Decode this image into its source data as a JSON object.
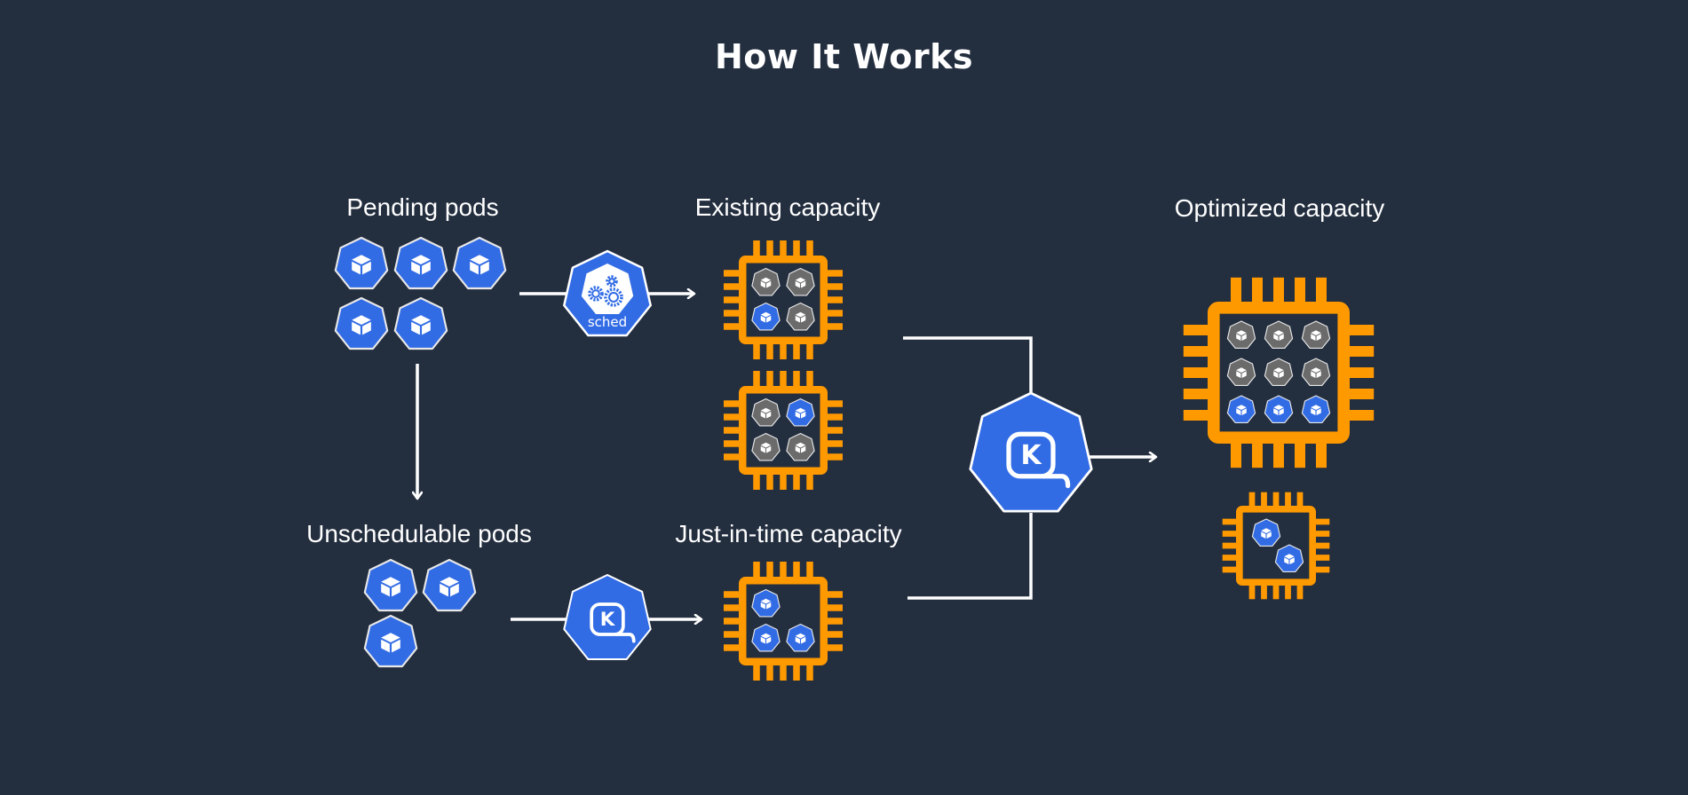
{
  "title": "How It Works",
  "labels": {
    "pending": "Pending pods",
    "existing": "Existing capacity",
    "optimized": "Optimized capacity",
    "unschedulable": "Unschedulable pods",
    "jit": "Just-in-time capacity"
  },
  "scheduler": {
    "text": "sched",
    "icon": "gears-icon"
  },
  "karpenter": {
    "letter": "K",
    "icon": "karpenter-icon"
  },
  "colors": {
    "background": "#232e3f",
    "pod_active": "#326ce5",
    "pod_existing": "#6b6b6b",
    "chip": "#ff9900",
    "line": "#ffffff"
  },
  "groups": {
    "pending_pods": 5,
    "unschedulable_pods": 3,
    "existing_node_1": [
      "existing",
      "existing",
      "active",
      "existing"
    ],
    "existing_node_2": [
      "existing",
      "active",
      "existing",
      "existing"
    ],
    "jit_node": [
      "active",
      "empty",
      "active",
      "active"
    ],
    "optimized_node_large": [
      "existing",
      "existing",
      "existing",
      "existing",
      "existing",
      "existing",
      "active",
      "active",
      "active"
    ],
    "optimized_node_small": [
      "active",
      "active"
    ]
  }
}
